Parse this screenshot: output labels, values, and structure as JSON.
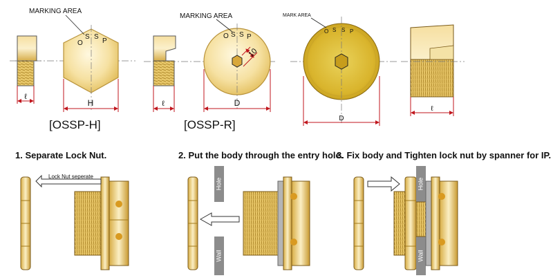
{
  "top_views": {
    "ossp_h": {
      "marking_label": "MARKING AREA",
      "engraving": [
        "O",
        "S",
        "S",
        "P"
      ],
      "dim_l": "ℓ",
      "dim_h": "H",
      "caption": "[OSSP-H]"
    },
    "ossp_r": {
      "marking_label": "MARKING AREA",
      "engraving": [
        "O",
        "S",
        "S",
        "P"
      ],
      "dim_10": "10",
      "dim_l": "ℓ",
      "dim_d": "D",
      "caption": "[OSSP-R]"
    },
    "flush": {
      "marking_label": "MARK AREA",
      "engraving": [
        "O",
        "S",
        "S",
        "P"
      ],
      "dim_d": "D",
      "dim_l": "ℓ"
    }
  },
  "steps": [
    {
      "title": "1. Separate Lock Nut.",
      "arrow_label": "Lock Nut seperate"
    },
    {
      "title": "2. Put the body through the entry hole.",
      "wall_top": "Hole",
      "wall_bottom": "Wall"
    },
    {
      "title": "3. Fix body and Tighten lock nut by spanner for IP.",
      "wall_top": "Hole",
      "wall_bottom": "Wall"
    }
  ],
  "colors": {
    "brass_light": "#fbeec0",
    "brass_mid": "#e9c563",
    "brass_dark": "#b98a22",
    "wall": "#8c8c8c",
    "dimension": "#c0161d"
  }
}
